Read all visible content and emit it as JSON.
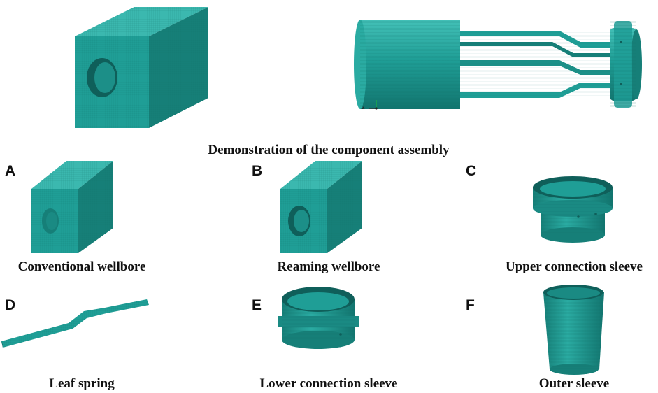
{
  "figure": {
    "assembly_caption": "Demonstration of the component assembly",
    "axis_label": "z",
    "panels": [
      {
        "letter": "A",
        "caption": "Conventional wellbore"
      },
      {
        "letter": "B",
        "caption": "Reaming wellbore"
      },
      {
        "letter": "C",
        "caption": "Upper connection sleeve"
      },
      {
        "letter": "D",
        "caption": "Leaf spring"
      },
      {
        "letter": "E",
        "caption": "Lower connection sleeve"
      },
      {
        "letter": "F",
        "caption": "Outer sleeve"
      }
    ],
    "colors": {
      "mesh_front": "#1f9e96",
      "mesh_top": "#3bb8af",
      "mesh_side": "#167f78",
      "mesh_dark": "#0f5f5a",
      "text": "#111111"
    }
  }
}
